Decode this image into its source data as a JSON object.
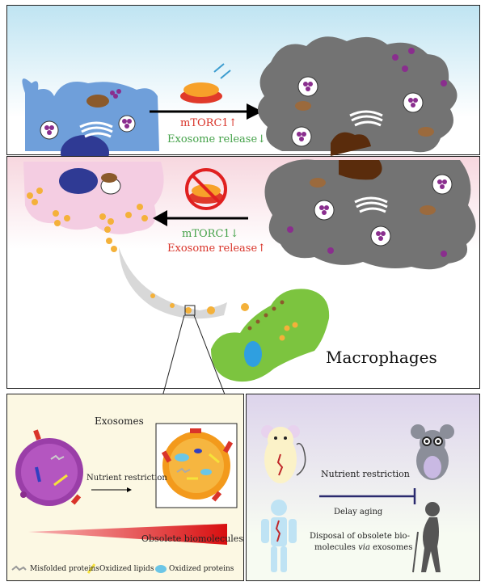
{
  "panel_top": {
    "mtorc1_label": "mTORC1",
    "mtorc1_arrow": "↑",
    "exosome_label": "Exosome release",
    "exosome_arrow": "↓",
    "colors": {
      "bg_top": "#bfe4f2",
      "bg_bottom": "#ffffff",
      "cell_blue": "#6f9fda",
      "cell_gray": "#737373",
      "red": "#d9342a",
      "green": "#45a24a"
    }
  },
  "panel_middle": {
    "mtorc1_label": "mTORC1",
    "mtorc1_arrow": "↓",
    "exosome_label": "Exosome release",
    "exosome_arrow": "↑",
    "macrophages_label": "Macrophages",
    "colors": {
      "bg_top": "#f7d7df",
      "bg_bottom": "#ffffff",
      "cell_pink": "#f4cde2",
      "macrophage_green": "#7cc43f",
      "exosome_orange": "#f4b13a"
    }
  },
  "panel_bottom_left": {
    "title": "Exosomes",
    "process_label": "Nutrient restriction",
    "gradient_label": "Obsolete biomolecules",
    "legend": [
      {
        "icon": "misfolded-protein-icon",
        "label": "Misfolded proteins"
      },
      {
        "icon": "oxidized-lipid-icon",
        "label": "Oxidized lipids"
      },
      {
        "icon": "oxidized-protein-icon",
        "label": "Oxidized proteins"
      }
    ],
    "colors": {
      "bg": "#fcf8e3",
      "vesicle_purple": "#9a3ea8",
      "vesicle_orange": "#f39a1c"
    }
  },
  "panel_bottom_right": {
    "intervention_label": "Nutrient restriction",
    "effect_label": "Delay aging",
    "disposal_text_line1": "Disposal of obsolete bio-",
    "disposal_text_line2_a": "molecules ",
    "disposal_text_line2_b": "via",
    "disposal_text_line2_c": " exosomes",
    "colors": {
      "bg_top": "#ddd4ec",
      "bg_bottom": "#f7fbf2",
      "inhibit_line": "#2a2a6e"
    }
  }
}
